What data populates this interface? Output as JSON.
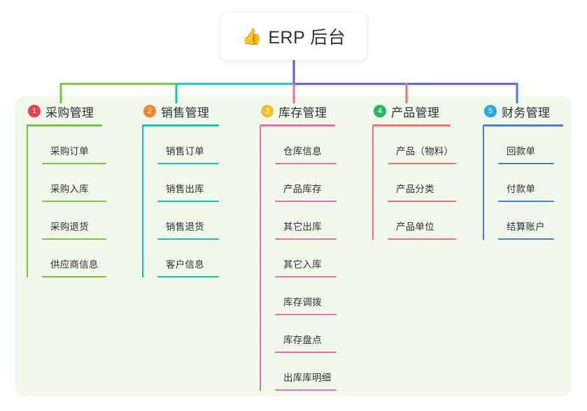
{
  "root": {
    "icon": "thumbs-up-icon",
    "emoji": "👍",
    "title": "ERP 后台"
  },
  "panel": {
    "background_color": "#eff8ea"
  },
  "colors": {
    "root_stem": "#5b5fc7",
    "branch1": "#7ac143",
    "branch2": "#0fc8ac",
    "branch3": "#ee6fa7",
    "branch4": "#f5706e",
    "branch5": "#4a7ed4",
    "badge1": "#ee3f4d",
    "badge2": "#f2842b",
    "badge3": "#f5c028",
    "badge4": "#2bb864",
    "badge5": "#2ea7e0"
  },
  "branches": [
    {
      "index": "1",
      "label": "采购管理",
      "color": "#7ac143",
      "badge_color": "#ee3f4d",
      "children": [
        "采购订单",
        "采购入库",
        "采购退货",
        "供应商信息"
      ]
    },
    {
      "index": "2",
      "label": "销售管理",
      "color": "#0fc8ac",
      "badge_color": "#f2842b",
      "children": [
        "销售订单",
        "销售出库",
        "销售退货",
        "客户信息"
      ]
    },
    {
      "index": "3",
      "label": "库存管理",
      "color": "#ee6fa7",
      "badge_color": "#f5c028",
      "children": [
        "仓库信息",
        "产品库存",
        "其它出库",
        "其它入库",
        "库存调拨",
        "库存盘点",
        "出库库明细"
      ]
    },
    {
      "index": "4",
      "label": "产品管理",
      "color": "#f5706e",
      "badge_color": "#2bb864",
      "children": [
        "产品（物料）",
        "产品分类",
        "产品单位"
      ]
    },
    {
      "index": "5",
      "label": "财务管理",
      "color": "#4a7ed4",
      "badge_color": "#2ea7e0",
      "children": [
        "回款单",
        "付款单",
        "结算账户"
      ]
    }
  ]
}
